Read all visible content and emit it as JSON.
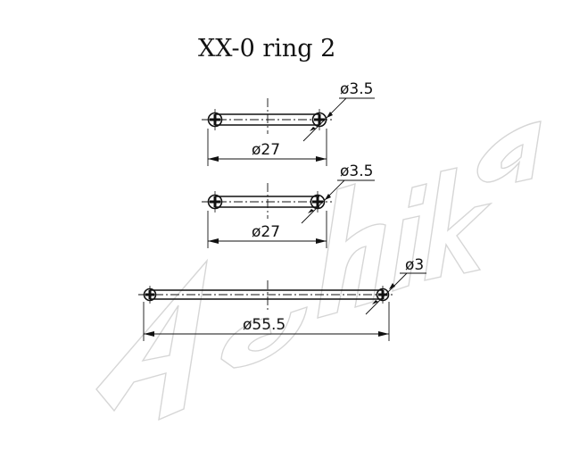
{
  "title": "XX-0 ring 2",
  "brand_watermark": "Ashika",
  "rings": [
    {
      "id": "ring-1",
      "section_label": "ø3.5",
      "diameter_label": "ø27"
    },
    {
      "id": "ring-2",
      "section_label": "ø3.5",
      "diameter_label": "ø27"
    },
    {
      "id": "ring-3",
      "section_label": "ø3",
      "diameter_label": "ø55.5"
    }
  ],
  "colors": {
    "ink": "#111111",
    "watermark": "#d6d6d6"
  }
}
